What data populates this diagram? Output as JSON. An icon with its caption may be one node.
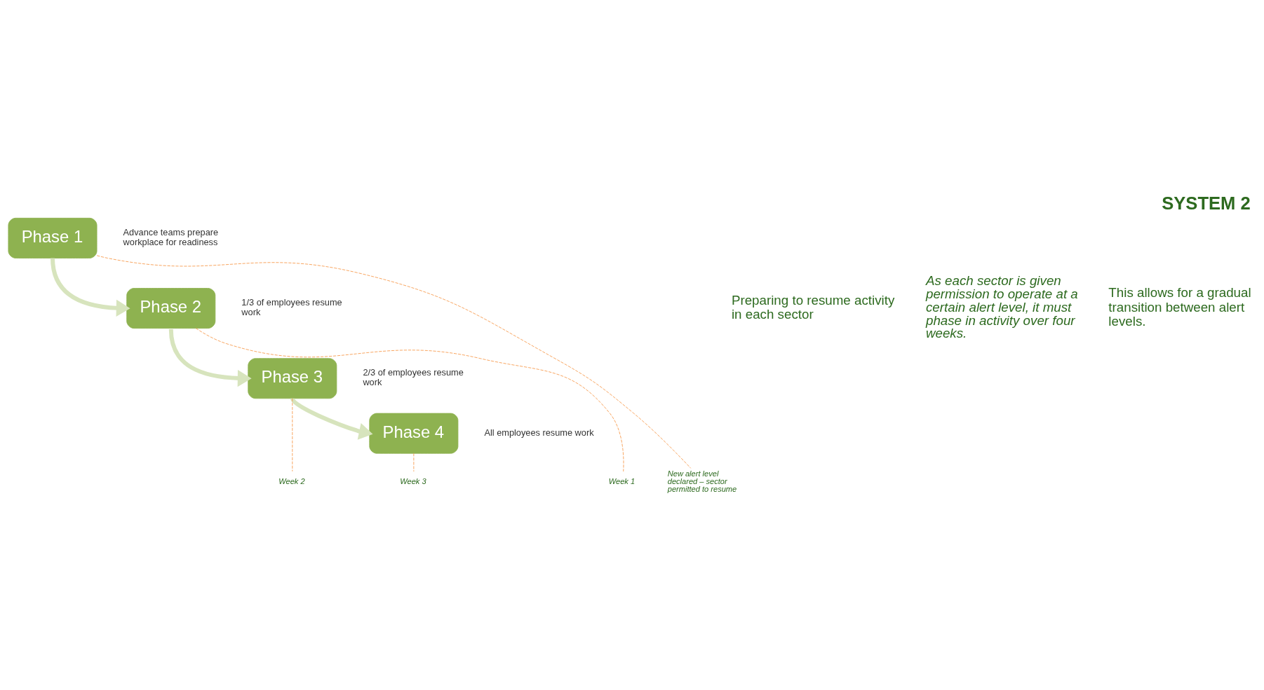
{
  "diagram": {
    "title": "SYSTEM 2",
    "nodes": [
      {
        "text": [
          "Phase 1"
        ],
        "beside": [
          "Advance teams prepare workplace for readiness"
        ]
      },
      {
        "text": [
          "Phase 2"
        ],
        "beside": [
          "1/3 of employees resume work"
        ]
      },
      {
        "text": [
          "Phase 3"
        ],
        "beside": [
          "2/3 of employees resume work"
        ]
      },
      {
        "text": [
          "Phase 4"
        ],
        "beside": [
          "All employees resume work"
        ]
      },
      {
        "text": [
          "New alert level declared – sector permitted to resume"
        ]
      },
      {
        "text": [
          "Week 1"
        ]
      },
      {
        "text": [
          "Week 2"
        ]
      },
      {
        "text": [
          "Week 3"
        ]
      }
    ],
    "edges": [
      {
        "from": 0,
        "to": 1,
        "arrow": "to",
        "style": "thick",
        "color": "#d7e4bd"
      },
      {
        "from": 1,
        "to": 2,
        "arrow": "to",
        "style": "thick",
        "color": "#d7e4bd"
      },
      {
        "from": 2,
        "to": 3,
        "arrow": "to",
        "style": "thick",
        "color": "#d7e4bd"
      },
      {
        "from": 0,
        "to": 4,
        "arrow": "none",
        "style": "dashed",
        "color": "#f79646"
      },
      {
        "from": 1,
        "to": 5,
        "arrow": "none",
        "style": "dashed",
        "color": "#f79646"
      },
      {
        "from": 2,
        "to": 6,
        "arrow": "none",
        "style": "dashed",
        "color": "#f79646"
      },
      {
        "from": 3,
        "to": 7,
        "arrow": "none",
        "style": "dashed",
        "color": "#f79646"
      }
    ],
    "labels": [
      "Preparing to resume activity in each sector",
      "As each sector is given permission to operate at a certain alert level, it must phase in activity over four weeks.",
      "This allows for a gradual transition between alert levels."
    ]
  }
}
